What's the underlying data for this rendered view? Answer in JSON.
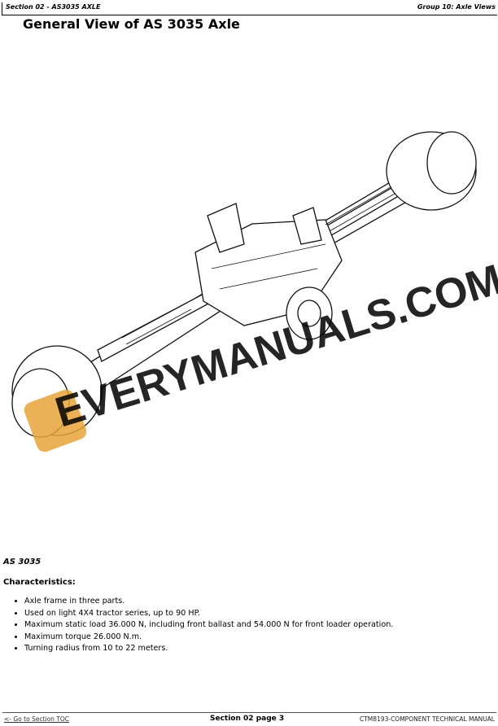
{
  "header": {
    "section": "Section 02 - AS3035 AXLE",
    "group": "Group 10: Axle Views"
  },
  "title": "General View of AS 3035 Axle",
  "watermark": {
    "text": "EVERYMANUALS.COM",
    "logo_color": "#e8a33a"
  },
  "model": "AS 3035",
  "characteristics_heading": "Characteristics:",
  "characteristics": [
    "Axle frame in three parts.",
    "Used on light 4X4 tractor series, up to 90 HP.",
    "Maximum static load 36.000 N, including front ballast and 54.000 N for front loader operation.",
    "Maximum torque 26.000 N.m.",
    "Turning radius from 10 to 22 meters."
  ],
  "footer": {
    "toc_link": "<- Go to Section TOC",
    "page": "Section 02 page 3",
    "manual": "CTM8193-COMPONENT TECHNICAL MANUAL"
  }
}
